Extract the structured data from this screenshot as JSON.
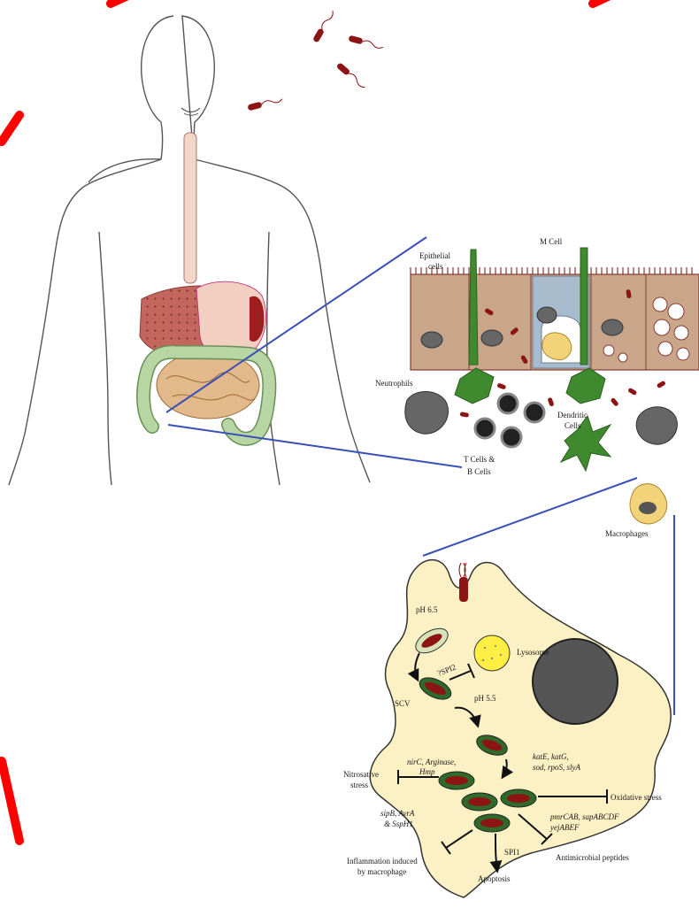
{
  "mucosa_labels": {
    "epithelial": [
      "Epithelial",
      "cells"
    ],
    "m_cell": "M Cell",
    "neutrophils": "Neutrophils",
    "dendritic": [
      "Dendritic",
      "Cells"
    ],
    "tb_cells": [
      "T Cells &",
      "B Cells"
    ],
    "macrophages": "Macrophages"
  },
  "macrophage_labels": {
    "ph65": "pH 6.5",
    "lysosome": "Lysosome",
    "spi2": "?SPI2",
    "scv": "SCV",
    "ph55": "pH 5.5",
    "nitrosative_genes": [
      "nirC, Arginase,",
      "Hmp"
    ],
    "nitrosative": [
      "Nitrosative",
      "stress"
    ],
    "oxidative_genes": [
      "katE, katG,",
      "sod, rpoS, slyA"
    ],
    "oxidative": "Oxidative stress",
    "inflammation_genes": [
      "sipB, AvrA",
      "& SspH1"
    ],
    "inflammation": [
      "Inflammation induced",
      "by macrophage"
    ],
    "spi1": "SPI1",
    "apoptosis": "Apoptosis",
    "antimicrobial_genes": [
      "pmrCAB, sapABCDF",
      "yejABEF"
    ],
    "antimicrobial": "Antimicrobial peptides"
  },
  "colors": {
    "outline": "#555555",
    "connector": "#3a4fb8",
    "liver": "#c2665e",
    "stomach": "#f2cfc0",
    "colon": "#b7d6a3",
    "small_intestine": "#e2b98a",
    "epithelium": "#c9a58a",
    "m_cell": "#a9bccd",
    "dendritic": "#3f8a2e",
    "macrophage_cytoplasm": "#fbf1c4",
    "nucleus": "#555555",
    "bacterium": "#8c1414",
    "scv_ring": "#2f6a2a",
    "red_x": "#ff0000"
  },
  "icons": [
    "bacterium-icon",
    "inhibition-arrow-icon",
    "activation-arrow-icon"
  ]
}
